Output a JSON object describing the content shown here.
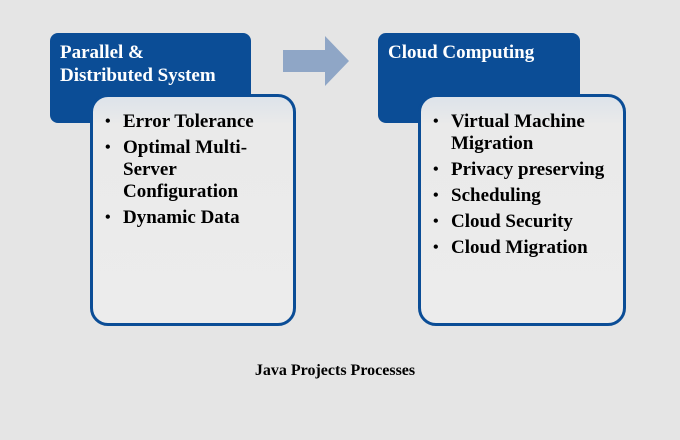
{
  "left_group": {
    "title": "Parallel & Distributed System",
    "items": [
      "Error Tolerance",
      "Optimal Multi-Server Configuration",
      "Dynamic Data"
    ]
  },
  "right_group": {
    "title": "Cloud Computing",
    "items": [
      "Virtual Machine Migration",
      "Privacy preserving",
      "Scheduling",
      "Cloud Security",
      "Cloud Migration"
    ]
  },
  "caption": "Java Projects Processes",
  "colors": {
    "background": "#e5e5e5",
    "header_fill": "#0b4d96",
    "arrow_fill": "#8fa6c6"
  },
  "icons": {
    "arrow": "right-arrow-icon",
    "bullet": "bullet-dot-icon"
  }
}
